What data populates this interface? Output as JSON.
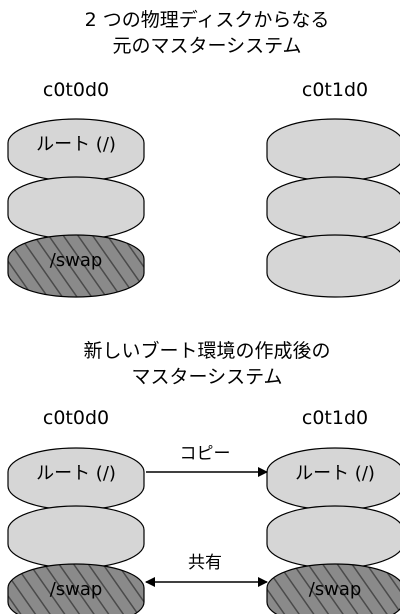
{
  "sections": [
    {
      "title": [
        "2 つの物理ディスクからなる",
        "元のマスターシステム"
      ],
      "disks": [
        {
          "label": "c0t0d0",
          "slices": [
            {
              "label": "ルート (/)",
              "type": "root"
            },
            {
              "label": "",
              "type": "plain"
            },
            {
              "label": "/swap",
              "type": "swap"
            }
          ]
        },
        {
          "label": "c0t1d0",
          "slices": [
            {
              "label": "",
              "type": "plain"
            },
            {
              "label": "",
              "type": "plain"
            },
            {
              "label": "",
              "type": "plain"
            }
          ]
        }
      ],
      "arrows": []
    },
    {
      "title": [
        "新しいブート環境の作成後の",
        "マスターシステム"
      ],
      "disks": [
        {
          "label": "c0t0d0",
          "slices": [
            {
              "label": "ルート (/)",
              "type": "root"
            },
            {
              "label": "",
              "type": "plain"
            },
            {
              "label": "/swap",
              "type": "swap"
            }
          ]
        },
        {
          "label": "c0t1d0",
          "slices": [
            {
              "label": "ルート (/)",
              "type": "root"
            },
            {
              "label": "",
              "type": "plain"
            },
            {
              "label": "/swap",
              "type": "swap"
            }
          ]
        }
      ],
      "arrows": [
        {
          "label": "コピー",
          "slice": 0,
          "direction": "right"
        },
        {
          "label": "共有",
          "slice": 2,
          "direction": "both"
        }
      ]
    }
  ],
  "colors": {
    "slice_fill": "#d6d6d6",
    "swap_fill": "#8a8a8a",
    "swap_hatch": "#4a4a4a",
    "stroke": "#000000",
    "background": "#ffffff"
  }
}
